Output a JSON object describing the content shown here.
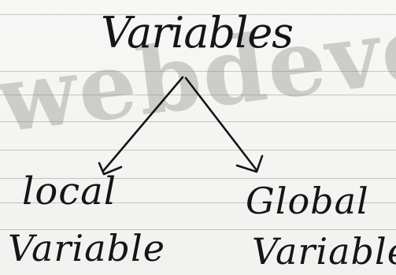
{
  "diagram": {
    "root": {
      "label": "Variables"
    },
    "children": [
      {
        "line1": "local",
        "line2": "Variable"
      },
      {
        "line1": "Global",
        "line2": "Variable"
      }
    ]
  },
  "watermark": {
    "text": "webdevelop"
  },
  "colors": {
    "ink": "#151515",
    "paper": "#f4f4f2",
    "rules": "#9a9a96",
    "watermark": "#8a8a86"
  }
}
